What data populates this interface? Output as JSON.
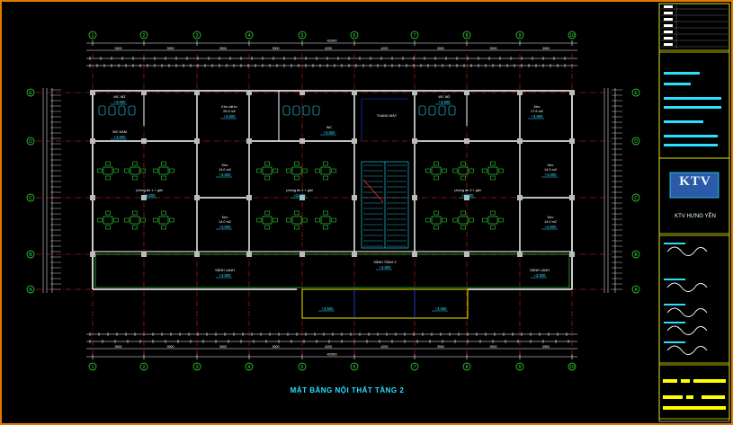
{
  "drawing": {
    "title": "MẶT BẰNG NỘI THẤT TẦNG 2",
    "axes_numeric": [
      "1",
      "2",
      "3",
      "4",
      "5",
      "6",
      "7",
      "8",
      "9",
      "10"
    ],
    "axes_alpha": [
      "E",
      "D",
      "C",
      "B",
      "A"
    ],
    "overall_dimension": "42000",
    "bay_dimensions": [
      "3900",
      "3900",
      "3900",
      "3900",
      "4200",
      "4200",
      "3900",
      "3900",
      "3900"
    ]
  },
  "rooms": [
    {
      "id": "wc-left",
      "label": "WC NỮ",
      "level": "+3.600"
    },
    {
      "id": "wc-left-2",
      "label": "WC NAM",
      "level": "+3.600"
    },
    {
      "id": "office-1",
      "label": "Kho vật tư",
      "area": "25.3 m2",
      "level": "+3.600"
    },
    {
      "id": "wc-mid",
      "label": "WC",
      "level": "+3.550"
    },
    {
      "id": "stair-hall",
      "label": "THANG MÁY",
      "level": ""
    },
    {
      "id": "wc-right",
      "label": "WC NỮ",
      "level": "+3.600"
    },
    {
      "id": "office-2",
      "label": "Kho",
      "area": "17.5 m2",
      "level": "+3.600"
    },
    {
      "id": "room-a",
      "label": "Kho",
      "area": "14.0 m2",
      "level": "+3.600"
    },
    {
      "id": "room-b",
      "label": "Kho",
      "area": "14.0 m2",
      "level": "+3.600"
    },
    {
      "id": "dining-1",
      "label": "phòng ăn 1 + giải",
      "level": "+3.600"
    },
    {
      "id": "dining-2",
      "label": "phòng ăn 2 + giải",
      "level": "+3.600"
    },
    {
      "id": "dining-3",
      "label": "phòng ăn 3 + giải",
      "level": "+3.600"
    },
    {
      "id": "room-c",
      "label": "Kho",
      "area": "14.0 m2",
      "level": "+3.600"
    },
    {
      "id": "room-d",
      "label": "Kho",
      "area": "14.0 m2",
      "level": "+3.600"
    },
    {
      "id": "hall-left",
      "label": "SẢNH LANH",
      "level": "+3.600"
    },
    {
      "id": "hall-mid",
      "label": "SẢNH TẦNG 2",
      "level": "+3.600"
    },
    {
      "id": "hall-right",
      "label": "SẢNH LANH",
      "level": "+3.600"
    },
    {
      "id": "balcony-1",
      "label": "",
      "level": "+3.560"
    },
    {
      "id": "balcony-2",
      "label": "",
      "level": "+3.560"
    }
  ],
  "title_block": {
    "company": "KTV HƯNG YÊN",
    "logo": "KTV",
    "accent": "#29e0ff",
    "frame_color": "#e07b00"
  },
  "colors": {
    "background": "#000000",
    "wall": "#ffffff",
    "grid": "#ff2020",
    "dimension": "#ffffff",
    "cyan": "#29e0ff",
    "green": "#3cf03c",
    "yellow": "#ffff00",
    "blue": "#2040ff"
  }
}
